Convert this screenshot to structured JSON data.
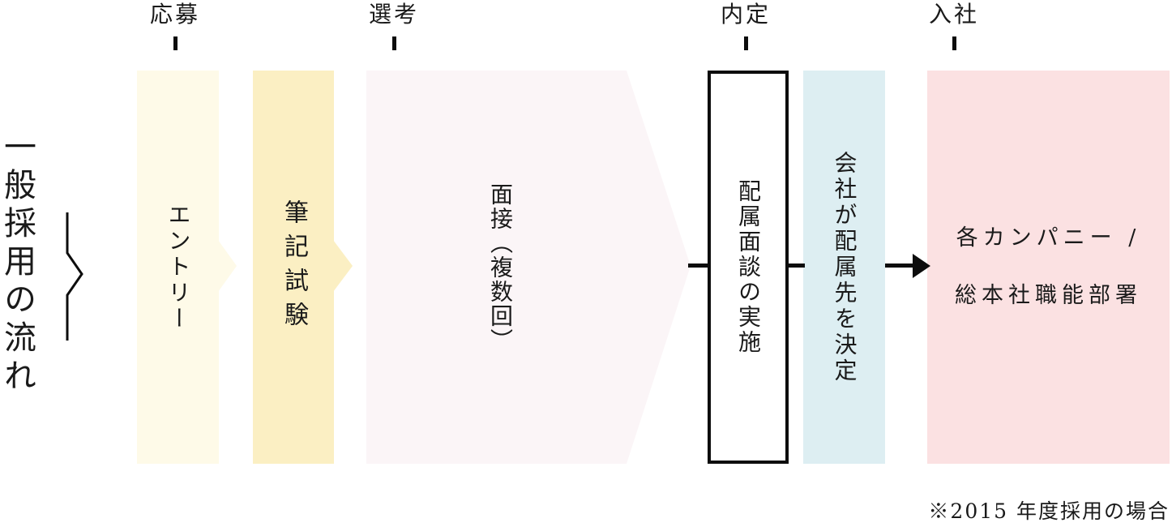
{
  "diagram": {
    "title": "一般採用の流れ",
    "footnote": "※2015 年度採用の場合",
    "stages": [
      {
        "label": "応募"
      },
      {
        "label": "選考"
      },
      {
        "label": "内定"
      },
      {
        "label": "入社"
      }
    ],
    "steps": [
      {
        "label": "エントリー",
        "color": "#FEFAE8"
      },
      {
        "label": "筆記試験",
        "color": "#FBEFC3"
      },
      {
        "label": "面接（複数回）",
        "color": "#FBF5F7"
      },
      {
        "label": "配属面談の実施",
        "color": "#FFFFFF",
        "border_color": "#0D0D0D"
      },
      {
        "label": "会社が配属先を決定",
        "color": "#DDEEF2"
      },
      {
        "label": "各カンパニー / 総本社職能部署",
        "label_line1": "各カンパニー /",
        "label_line2": "総本社職能部署",
        "color": "#FBE1E2"
      }
    ],
    "colors": {
      "connector": "#0D0D0D",
      "text": "#1A1A1A",
      "background": "#FFFFFF"
    }
  }
}
